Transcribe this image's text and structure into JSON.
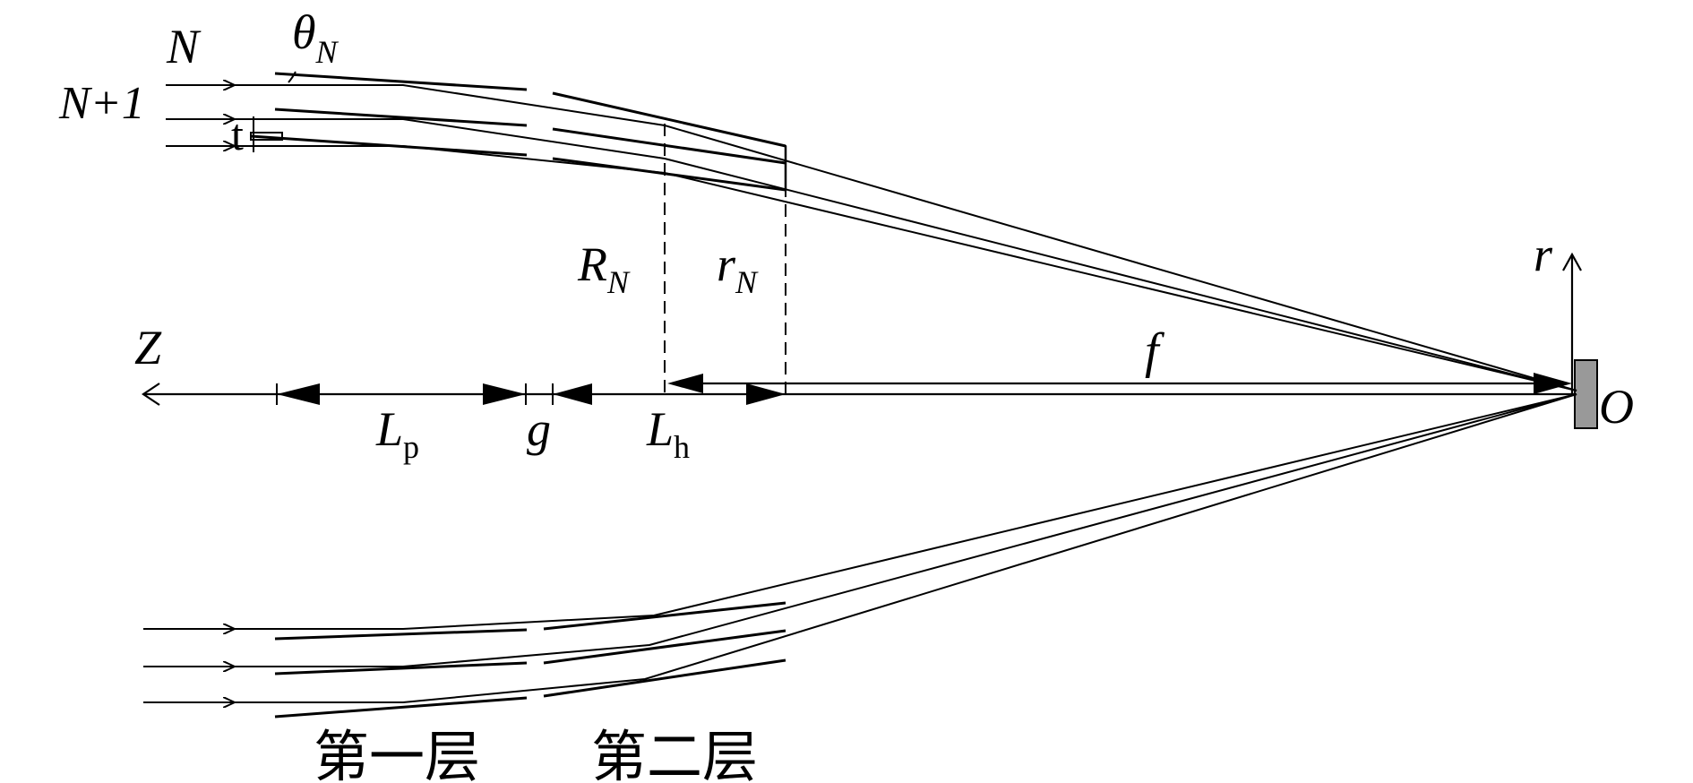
{
  "labels": {
    "N": "N",
    "N_plus_1": "N+1",
    "t": "t",
    "theta": "θ",
    "theta_sub": "N",
    "R": "R",
    "R_sub": "N",
    "r": "r",
    "r_sub": "N",
    "r_axis": "r",
    "Z": "Z",
    "f": "f",
    "O": "O",
    "Lp": "L",
    "Lp_sub": "p",
    "g": "g",
    "Lh": "L",
    "Lh_sub": "h",
    "layer1": "第一层",
    "layer2": "第二层"
  },
  "colors": {
    "line": "#000000",
    "detector_fill": "#999999"
  }
}
